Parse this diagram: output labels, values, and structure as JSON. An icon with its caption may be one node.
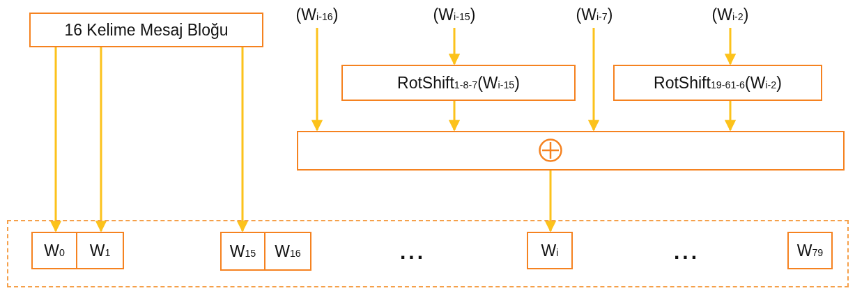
{
  "diagram": {
    "nodes": [
      {
        "text": [
          "16 Kelime Mesaj Bloğu"
        ]
      },
      {
        "text": [
          "(W$_{i-16}$)"
        ]
      },
      {
        "text": [
          "(W$_{i-15}$)"
        ]
      },
      {
        "text": [
          "(W$_{i-7}$)"
        ]
      },
      {
        "text": [
          "(W$_{i-2}$)"
        ]
      },
      {
        "text": [
          "RotShift$_{1-8-7}$(W$_{i-15}$)"
        ]
      },
      {
        "text": [
          "RotShift$_{19-61-6}$(W$_{i-2}$)"
        ]
      },
      {
        "text": [],
        "shape": "box"
      },
      {
        "text": [],
        "shape": "circle",
        "in": 7
      },
      {
        "text": [],
        "shape": "box"
      },
      {
        "text": [
          "W$_{0}$"
        ],
        "in": 9
      },
      {
        "text": [
          "W$_{1}$"
        ],
        "in": 9
      },
      {
        "text": [
          "W$_{15}$"
        ],
        "in": 9
      },
      {
        "text": [
          "W$_{16}$"
        ],
        "in": 9
      },
      {
        "text": [
          "W$_{i}$"
        ],
        "in": 9
      },
      {
        "text": [
          "W$_{79}$"
        ],
        "in": 9
      }
    ],
    "edges": [
      {
        "from": 0,
        "to": 10,
        "arrow": "to"
      },
      {
        "from": 0,
        "to": 11,
        "arrow": "to"
      },
      {
        "from": 0,
        "to": 12,
        "arrow": "to"
      },
      {
        "from": 1,
        "to": 7,
        "arrow": "to"
      },
      {
        "from": 2,
        "to": 5,
        "arrow": "to"
      },
      {
        "from": 5,
        "to": 7,
        "arrow": "to"
      },
      {
        "from": 3,
        "to": 7,
        "arrow": "to"
      },
      {
        "from": 4,
        "to": 6,
        "arrow": "to"
      },
      {
        "from": 6,
        "to": 7,
        "arrow": "to"
      },
      {
        "from": 8,
        "to": 14,
        "arrow": "to"
      }
    ],
    "labels": [
      "...",
      "..."
    ]
  }
}
